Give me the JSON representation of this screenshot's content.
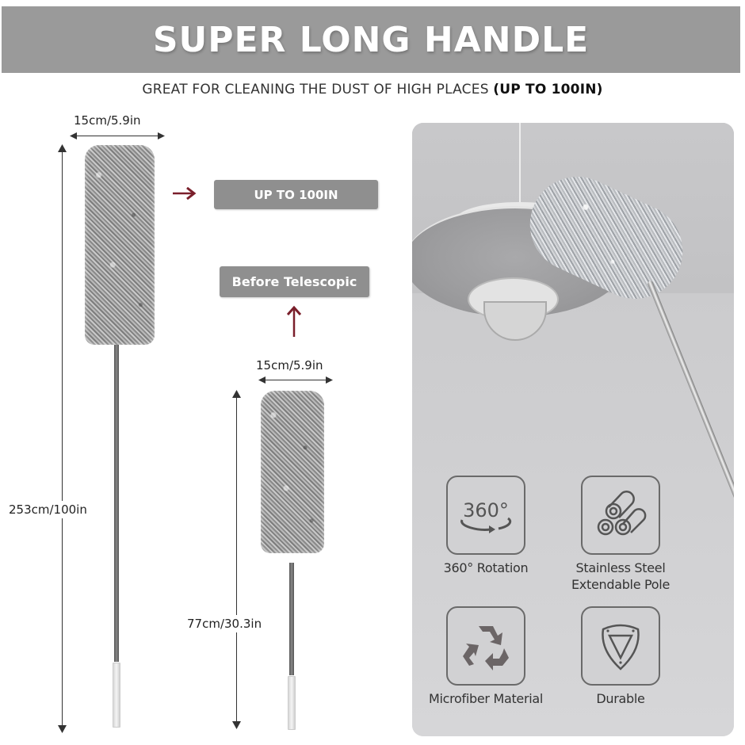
{
  "banner": {
    "title": "SUPER LONG HANDLE",
    "bg_color": "#9a9a9a"
  },
  "subtitle": {
    "text": "GREAT FOR CLEANING THE DUST OF HIGH PLACES ",
    "emphasis": "(UP TO 100IN)"
  },
  "extended": {
    "width_label": "15cm/5.9in",
    "height_label": "253cm/100in"
  },
  "collapsed": {
    "width_label": "15cm/5.9in",
    "height_label": "77cm/30.3in"
  },
  "tags": {
    "extended": "UP TO 100IN",
    "collapsed": "Before Telescopic",
    "arrow_color": "#7a1f2b"
  },
  "features": [
    {
      "icon": "rotation-360-icon",
      "icon_text": "360°",
      "label": "360° Rotation"
    },
    {
      "icon": "steel-tubes-icon",
      "label_line1": "Stainless Steel",
      "label_line2": "Extendable Pole"
    },
    {
      "icon": "recycle-icon",
      "label": "Microfiber Material"
    },
    {
      "icon": "shield-icon",
      "label": "Durable"
    }
  ]
}
